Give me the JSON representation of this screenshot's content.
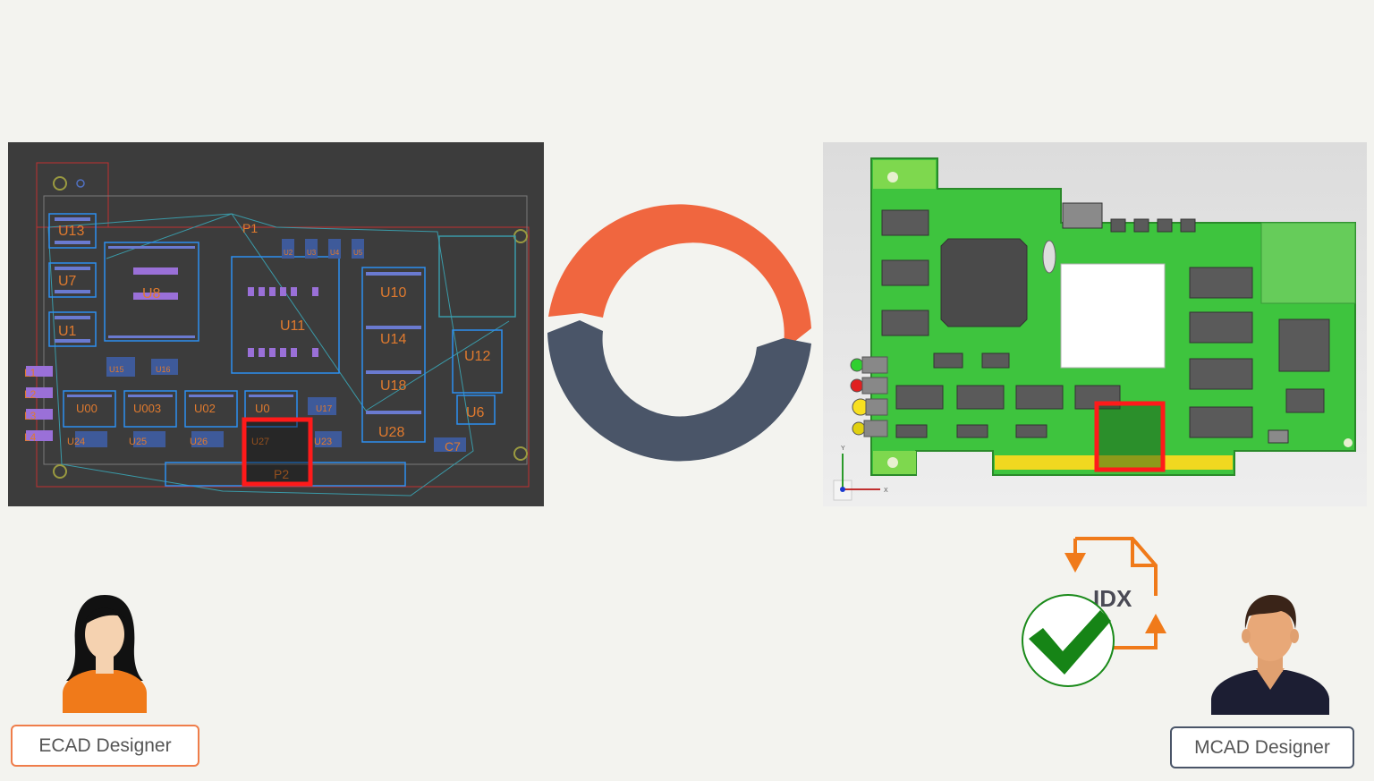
{
  "ecad": {
    "label": "ECAD Designer",
    "border_color": "#ef7d4a",
    "board_labels": [
      "U13",
      "U7",
      "U1",
      "U8",
      "P1",
      "U2",
      "U3",
      "U4",
      "U5",
      "U11",
      "U10",
      "U14",
      "U18",
      "U28",
      "U12",
      "U6",
      "C7",
      "U15",
      "U16",
      "U00",
      "U003",
      "U02",
      "U0",
      "U17",
      "U24",
      "U25",
      "U26",
      "U27",
      "U23",
      "P2",
      "L1",
      "L2",
      "L3",
      "L4"
    ]
  },
  "mcad": {
    "label": "MCAD Designer",
    "border_color": "#4a5568",
    "axis_y": "Y",
    "axis_x": "X"
  },
  "sync": {
    "top_color": "#f0663f",
    "bottom_color": "#4a5568"
  },
  "idx": {
    "text": "IDX",
    "arrow_color": "#f07a1a",
    "check_color": "#1a8a1a"
  },
  "highlight_color": "#ff1a1a"
}
